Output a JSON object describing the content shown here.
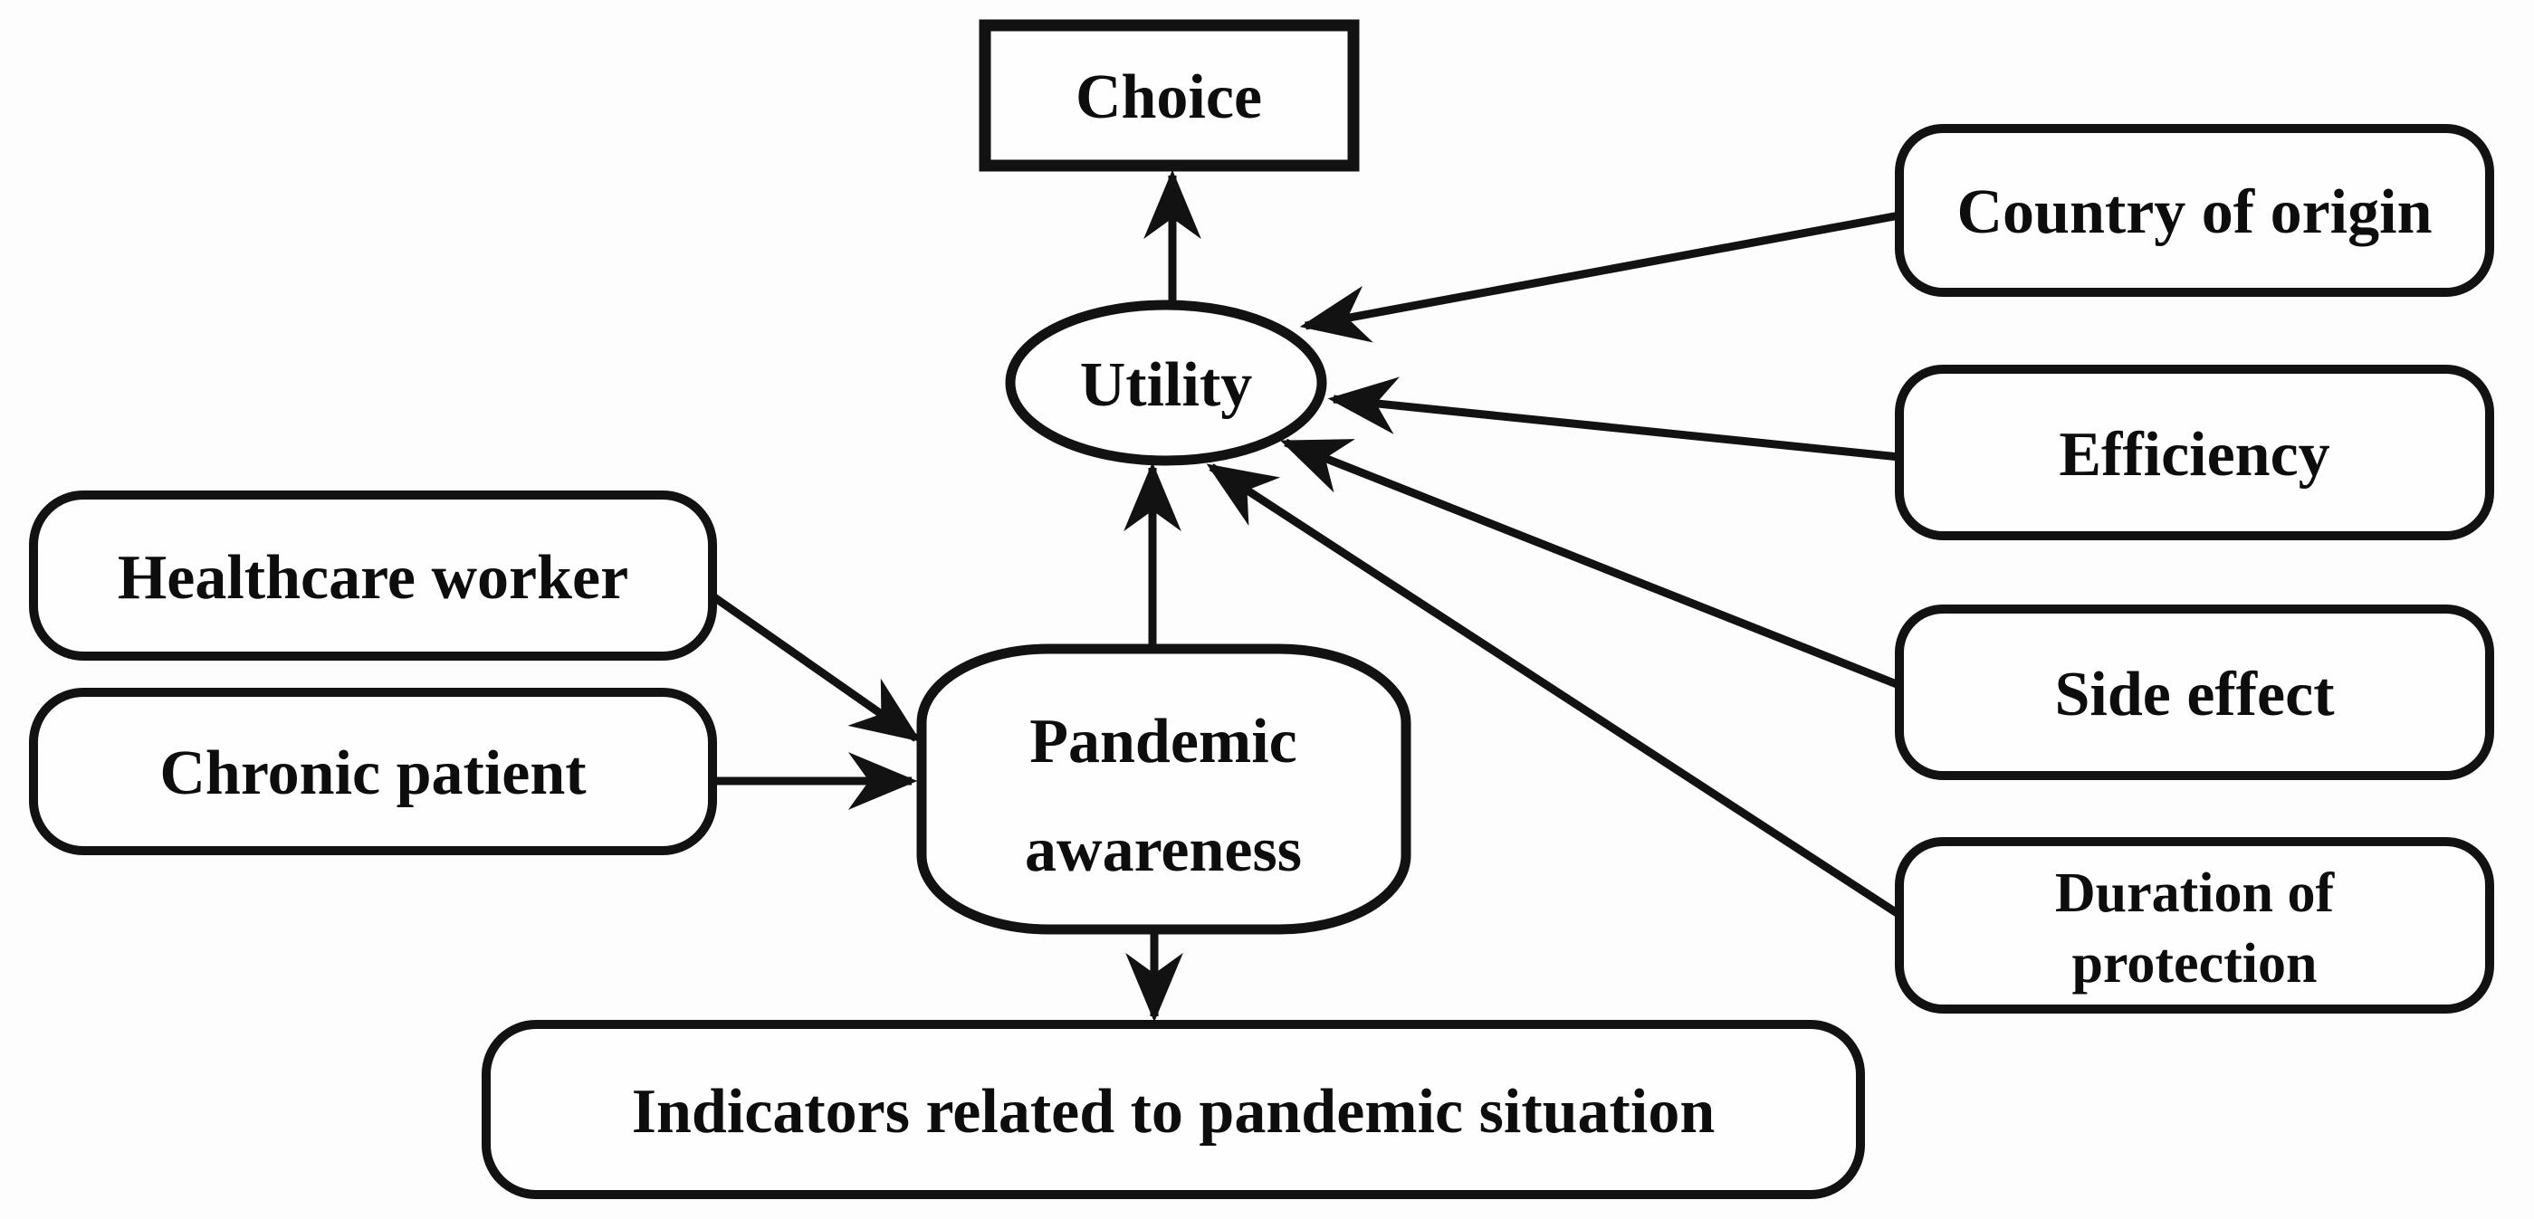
{
  "diagram": {
    "background_color": "#fdfdfd",
    "ink_color": "#121212",
    "nodes": {
      "choice": {
        "label": "Choice",
        "shape": "rectangle"
      },
      "utility": {
        "label": "Utility",
        "shape": "ellipse"
      },
      "country_of_origin": {
        "label": "Country of origin",
        "shape": "rounded-rectangle"
      },
      "efficiency": {
        "label": "Efficiency",
        "shape": "rounded-rectangle"
      },
      "side_effect": {
        "label": "Side effect",
        "shape": "rounded-rectangle"
      },
      "duration_of_protection": {
        "label_line1": "Duration of",
        "label_line2": "protection",
        "shape": "rounded-rectangle"
      },
      "healthcare_worker": {
        "label": "Healthcare worker",
        "shape": "rounded-rectangle"
      },
      "chronic_patient": {
        "label": "Chronic patient",
        "shape": "rounded-rectangle"
      },
      "pandemic_awareness": {
        "label_line1": "Pandemic",
        "label_line2": "awareness",
        "shape": "rounded-rectangle"
      },
      "indicators": {
        "label": "Indicators related to pandemic situation",
        "shape": "rounded-rectangle"
      }
    },
    "edges": [
      {
        "from": "Utility",
        "to": "Choice"
      },
      {
        "from": "Country of origin",
        "to": "Utility"
      },
      {
        "from": "Efficiency",
        "to": "Utility"
      },
      {
        "from": "Side effect",
        "to": "Utility"
      },
      {
        "from": "Duration of protection",
        "to": "Utility"
      },
      {
        "from": "Healthcare worker",
        "to": "Pandemic awareness"
      },
      {
        "from": "Chronic patient",
        "to": "Pandemic awareness"
      },
      {
        "from": "Pandemic awareness",
        "to": "Utility"
      },
      {
        "from": "Pandemic awareness",
        "to": "Indicators related to pandemic situation"
      }
    ]
  }
}
